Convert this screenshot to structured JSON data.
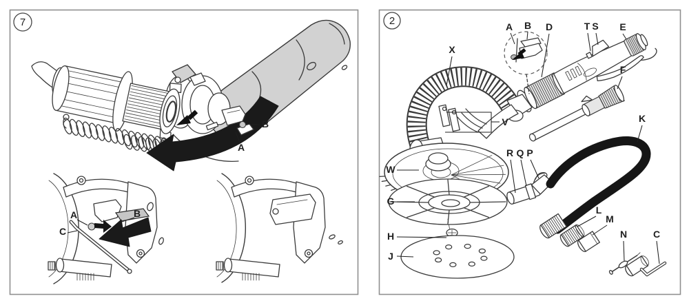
{
  "panel_left": {
    "number": "7",
    "labels": {
      "main_a": "A",
      "main_b": "B",
      "det_a": "A",
      "det_b": "B",
      "det_c": "C"
    }
  },
  "panel_right": {
    "number": "2",
    "labels": {
      "inset_a": "A",
      "inset_b": "B",
      "x": "X",
      "d": "D",
      "t": "T",
      "s": "S",
      "e": "E",
      "f": "F",
      "v": "V",
      "w": "W",
      "g": "G",
      "h": "H",
      "j": "J",
      "k": "K",
      "r": "R",
      "q": "Q",
      "p": "P",
      "l": "L",
      "m": "M",
      "n": "N",
      "c": "C"
    }
  },
  "colors": {
    "line": "#3a3a3a",
    "gray_fill": "#d2d2d2",
    "black_fill": "#1a1a1a",
    "panel_border": "#8f8f8f",
    "label_text": "#1f1f1f"
  }
}
